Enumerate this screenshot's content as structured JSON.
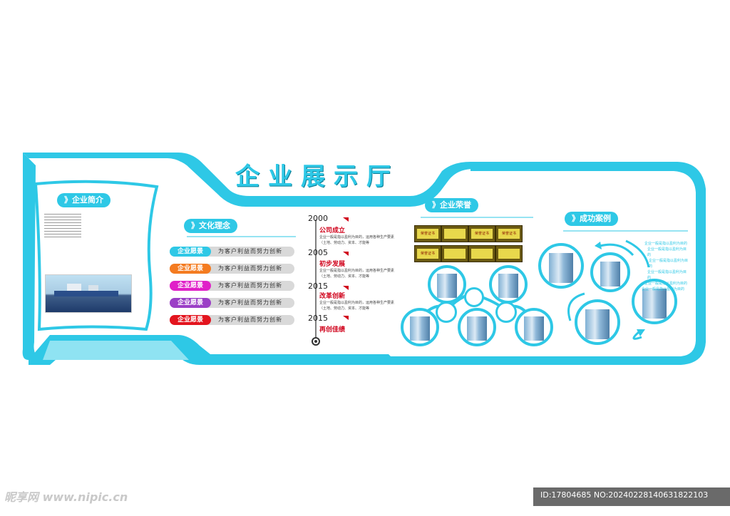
{
  "title": "企业展示厅",
  "sections": {
    "intro": "》企业简介",
    "culture": "》文化理念",
    "honor": "》企业荣誉",
    "cases": "》成功案例"
  },
  "vision_rows": [
    {
      "label": "企业愿景",
      "text": "为客户利益而努力创新",
      "color": "#2ec8e6"
    },
    {
      "label": "企业愿景",
      "text": "为客户利益而努力创新",
      "color": "#f47b20"
    },
    {
      "label": "企业愿景",
      "text": "为客户利益而努力创新",
      "color": "#e020c8"
    },
    {
      "label": "企业愿景",
      "text": "为客户利益而努力创新",
      "color": "#9b3fc6"
    },
    {
      "label": "企业愿景",
      "text": "为客户利益而努力创新",
      "color": "#e3141e"
    }
  ],
  "timeline": [
    {
      "year": "2000",
      "title": "公司成立",
      "body": "企业一般是指以盈利为目的，运用各种生产要素（土地、劳动力、资本、才能等"
    },
    {
      "year": "2005",
      "title": "初步发展",
      "body": "企业一般是指以盈利为目的，运用各种生产要素（土地、劳动力、资本、才能等"
    },
    {
      "year": "2015",
      "title": "改革创新",
      "body": "企业一般是指以盈利为目的，运用各种生产要素（土地、劳动力、资本、才能等"
    },
    {
      "year": "2015",
      "title": "再创佳绩"
    }
  ],
  "certificates": [
    "荣誉证书",
    "",
    "荣誉证书",
    "荣誉证书",
    "荣誉证书",
    "",
    "",
    ""
  ],
  "case_items": [
    "企业一般是指以盈利为目的",
    "企业一般是指以盈利为目的",
    "企业一般是指以盈利为目的",
    "企业一般是指以盈利为目的",
    "企业一般是指以盈利为目的",
    "企业一般是指以盈利为目的"
  ],
  "watermark": {
    "site": "昵享网 www.nipic.cn",
    "id": "ID:17804685 NO:20240228140631822103"
  },
  "colors": {
    "primary": "#2ec8e6",
    "light": "#8fe3f2",
    "accent": "#d0021b"
  }
}
